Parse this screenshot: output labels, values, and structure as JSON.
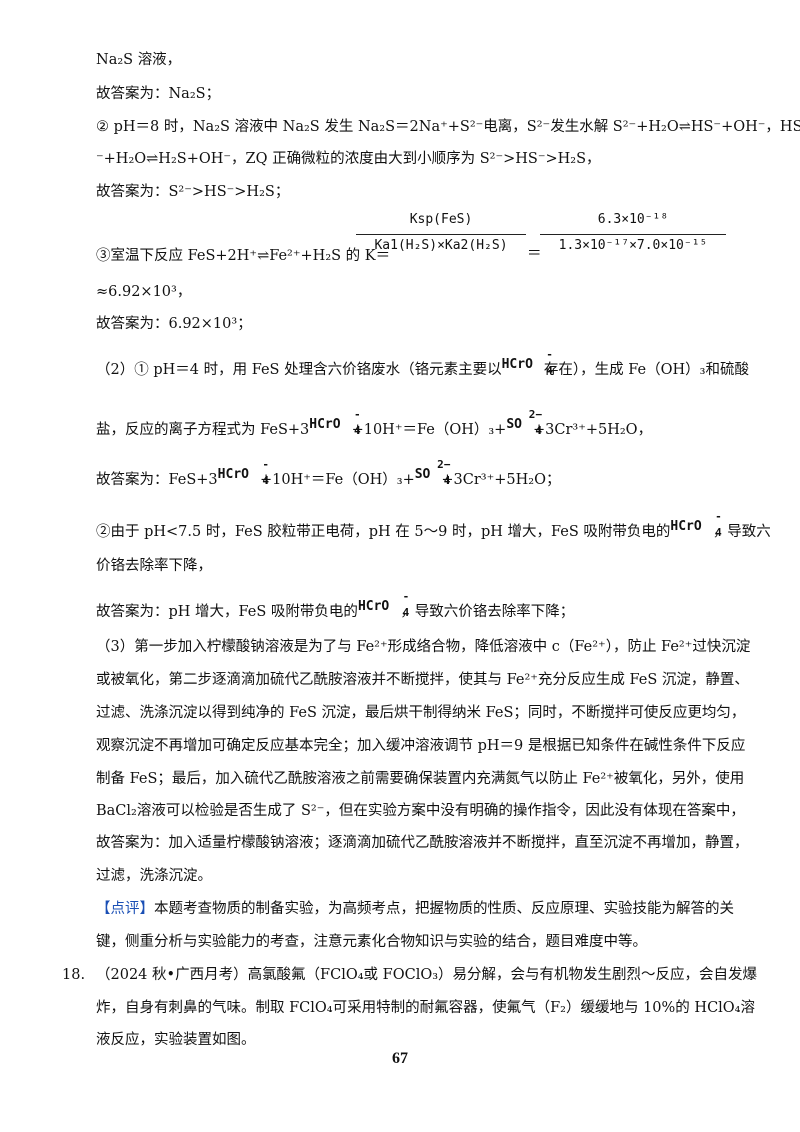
{
  "l1": "Na₂S 溶液，",
  "l2": "故答案为：Na₂S；",
  "l3a": "② pH＝8 时，Na₂S 溶液中 Na₂S 发生 Na₂S＝2Na⁺+S²⁻电离，S²⁻发生水解 S²⁻+H₂O⇌HS⁻+OH⁻，HS",
  "l3b": "⁻+H₂O⇌H₂S+OH⁻，ZQ 正确微粒的浓度由大到小顺序为 S²⁻>HS⁻>H₂S，",
  "l4": "故答案为：S²⁻>HS⁻>H₂S；",
  "l5pre": "③室温下反应 FeS+2H⁺⇌Fe²⁺+H₂S 的 K＝",
  "frac1": {
    "num": "Ksp(FeS)",
    "den": "Ka1(H₂S)×Ka2(H₂S)"
  },
  "eq": "＝",
  "frac2": {
    "num": "6.3×10⁻¹⁸",
    "den": "1.3×10⁻¹⁷×7.0×10⁻¹⁵"
  },
  "l6": "≈6.92×10³，",
  "l7": "故答案为：6.92×10³；",
  "l8a": "（2）① pH＝4 时，用 FeS 处理含六价铬废水（铬元素主要以",
  "l8b": "存在），生成 Fe（OH）₃和硫酸",
  "ion_hcro4": {
    "base": "HCrO",
    "sup": "-",
    "sub": "4"
  },
  "ion_so4": {
    "base": "SO",
    "sup": "2−",
    "sub": "4"
  },
  "l9a": "盐，反应的离子方程式为 FeS+3",
  "l9b": "+10H⁺＝Fe（OH）₃+",
  "l9c": "+3Cr³⁺+5H₂O，",
  "l10a": "故答案为：FeS+3",
  "l10b": "+10H⁺＝Fe（OH）₃+",
  "l10c": "+3Cr³⁺+5H₂O；",
  "l11a": "②由于 pH<7.5 时，FeS 胶粒带正电荷，pH 在 5～9 时，pH 增大，FeS 吸附带负电的",
  "l11b": "，导致六",
  "l12": "价铬去除率下降，",
  "l13a": "故答案为：pH 增大，FeS 吸附带负电的",
  "l13b": "，导致六价铬去除率下降；",
  "l14": "（3）第一步加入柠檬酸钠溶液是为了与 Fe²⁺形成络合物，降低溶液中 c（Fe²⁺），防止 Fe²⁺过快沉淀",
  "l15": "或被氧化，第二步逐滴滴加硫代乙酰胺溶液并不断搅拌，使其与 Fe²⁺充分反应生成 FeS 沉淀，静置、",
  "l16": "过滤、洗涤沉淀以得到纯净的 FeS 沉淀，最后烘干制得纳米 FeS；同时，不断搅拌可使反应更均匀，",
  "l17": "观察沉淀不再增加可确定反应基本完全；加入缓冲溶液调节 pH＝9 是根据已知条件在碱性条件下反应",
  "l18": "制备 FeS；最后，加入硫代乙酰胺溶液之前需要确保装置内充满氮气以防止 Fe²⁺被氧化，另外，使用",
  "l19": "BaCl₂溶液可以检验是否生成了 S²⁻，但在实验方案中没有明确的操作指令，因此没有体现在答案中，",
  "l20": "故答案为：加入适量柠檬酸钠溶液；逐滴滴加硫代乙酰胺溶液并不断搅拌，直至沉淀不再增加，静置，",
  "l21": "过滤，洗涤沉淀。",
  "comment_tag": "【点评】",
  "comment1": "本题考查物质的制备实验，为高频考点，把握物质的性质、反应原理、实验技能为解答的关",
  "comment2": "键，侧重分析与实验能力的考查，注意元素化合物知识与实验的结合，题目难度中等。",
  "q18num": "18.",
  "q18a": "（2024 秋•广西月考）高氯酸氟（FClO₄或 FOClO₃）易分解，会与有机物发生剧烈～反应，会自发爆",
  "q18b": "炸，自身有刺鼻的气味。制取 FClO₄可采用特制的耐氟容器，使氟气（F₂）缓缓地与 10%的 HClO₄溶",
  "q18c": "液反应，实验装置如图。",
  "page_number": "67"
}
